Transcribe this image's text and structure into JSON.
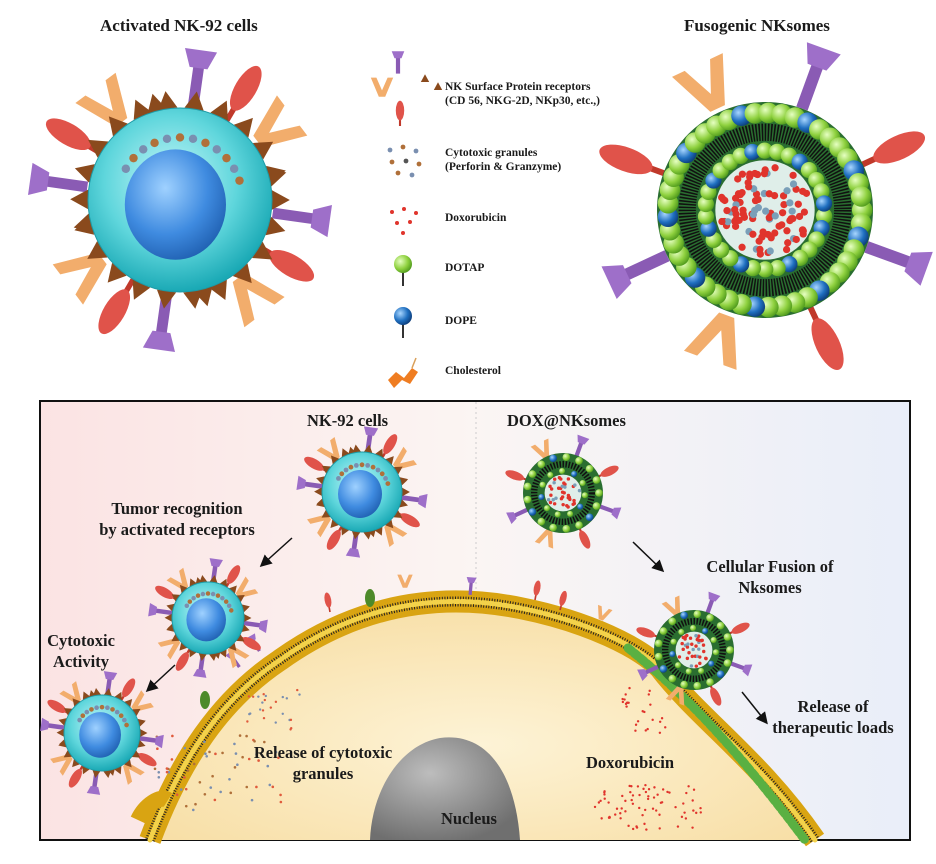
{
  "top": {
    "left_title": "Activated NK-92 cells",
    "right_title": "Fusogenic NKsomes"
  },
  "legend": {
    "receptors_line1": "NK Surface Protein receptors",
    "receptors_line2": "(CD 56, NKG-2D, NKp30, etc.,)",
    "granules_line1": "Cytotoxic granules",
    "granules_line2": "(Perforin & Granzyme)",
    "doxorubicin": "Doxorubicin",
    "dotap": "DOTAP",
    "dope": "DOPE",
    "cholesterol": "Cholesterol"
  },
  "bottom": {
    "nk92_cells": "NK-92 cells",
    "dox_nksomes": "DOX@NKsomes",
    "tumor_recognition_line1": "Tumor recognition",
    "tumor_recognition_line2": "by activated receptors",
    "cytotoxic_line1": "Cytotoxic",
    "cytotoxic_line2": "Activity",
    "fusion_line1": "Cellular Fusion of",
    "fusion_line2": "Nksomes",
    "release_loads_line1": "Release of",
    "release_loads_line2": "therapeutic loads",
    "release_granules_line1": "Release of cytotoxic",
    "release_granules_line2": "granules",
    "doxorubicin": "Doxorubicin",
    "nucleus": "Nucleus"
  },
  "colors": {
    "nk_cell_shell": "#4fd0d6",
    "nk_cell_nucleus": "#2f78c8",
    "dotap_head": "#8fd13f",
    "dope_head": "#1f6fc0",
    "cholesterol": "#ef7d22",
    "doxorubicin": "#e0342c",
    "tumor_membrane": "#e9b81f",
    "tumor_cytoplasm": "#fbe7b8",
    "panel_border": "#111111"
  }
}
